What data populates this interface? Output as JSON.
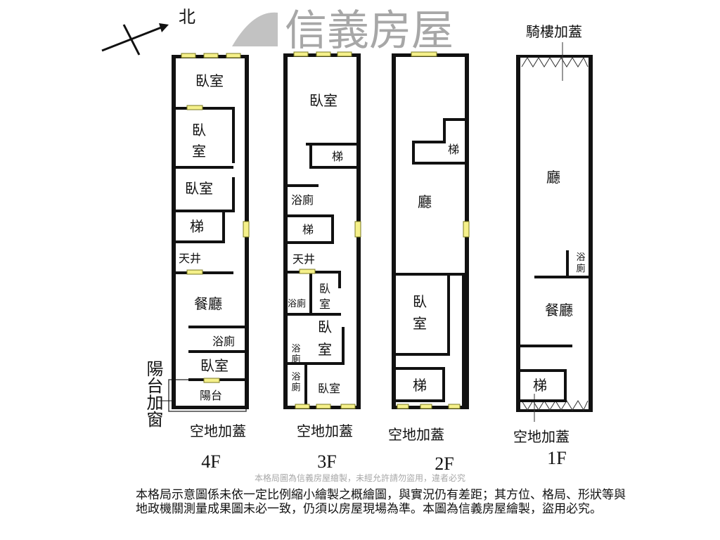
{
  "north_label": "北",
  "watermark": {
    "brand": "信義房屋",
    "notice": "本格局圖為信義房屋繪製，未經允許請勿盜用，違者必究"
  },
  "floors": [
    {
      "id": "4F",
      "label": "4F",
      "bottom_label": "空地加蓋",
      "side_label": "陽台加窗",
      "rooms": [
        "臥室",
        "臥",
        "室",
        "臥室",
        "梯",
        "天井",
        "餐廳",
        "浴廁",
        "臥室",
        "陽台"
      ]
    },
    {
      "id": "3F",
      "label": "3F",
      "bottom_label": "空地加蓋",
      "rooms": [
        "臥室",
        "梯",
        "浴廁",
        "梯",
        "天井",
        "臥",
        "室",
        "浴廁",
        "臥",
        "室",
        "浴",
        "廁",
        "浴",
        "廁",
        "臥室"
      ]
    },
    {
      "id": "2F",
      "label": "2F",
      "bottom_label": "空地加蓋",
      "rooms": [
        "梯",
        "廳",
        "臥",
        "室",
        "梯"
      ]
    },
    {
      "id": "1F",
      "label": "1F",
      "bottom_label": "空地加蓋",
      "top_label": "騎樓加蓋",
      "rooms": [
        "廳",
        "浴",
        "廁",
        "餐廳",
        "梯"
      ]
    }
  ],
  "disclaimer": "本格局示意圖係未依一定比例縮小繪製之概繪圖，與實況仍有差距；其方位、格局、形狀等與地政機關測量成果圖未必一致，仍須以房屋現場為準。本圖為信義房屋繪製，盜用必究。"
}
